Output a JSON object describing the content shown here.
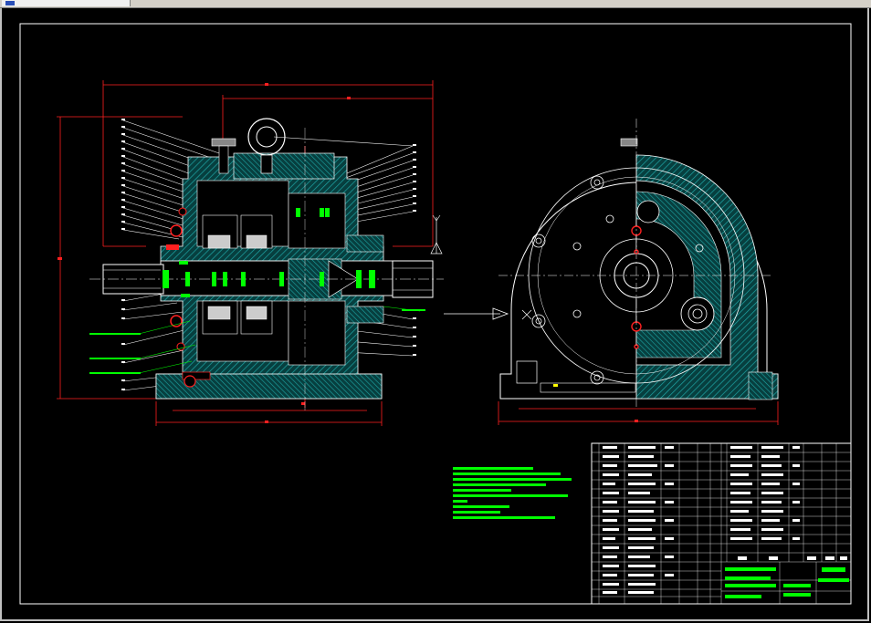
{
  "window": {
    "title": ""
  },
  "colors": {
    "background": "#000000",
    "outline": "#ffffff",
    "hatch": "#1ea5a5",
    "dimension": "#ff2020",
    "green": "#00ff00",
    "yellow": "#ffff00"
  },
  "drawing": {
    "front_view": "front-section-view",
    "side_view": "side-section-view",
    "technical_notes_lines": 10,
    "title_block": "title-block-table"
  }
}
